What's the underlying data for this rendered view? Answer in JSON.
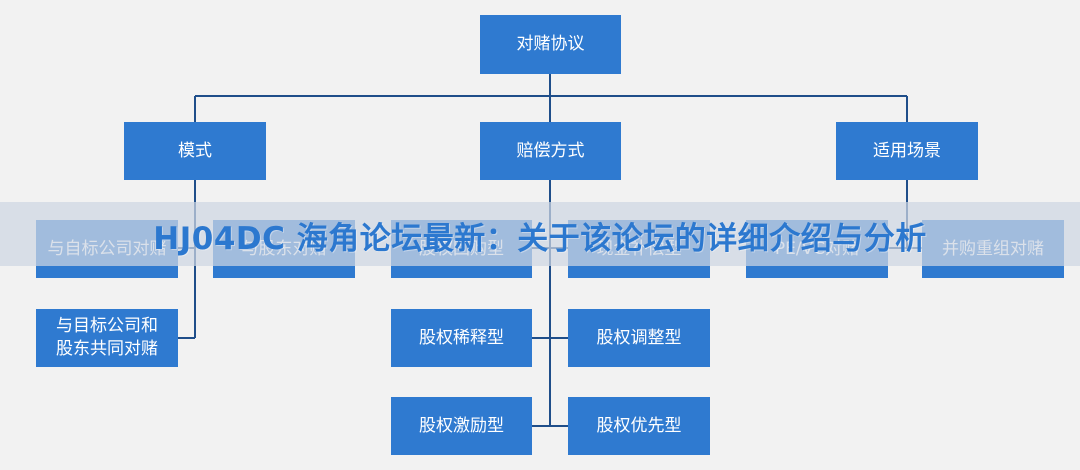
{
  "diagram": {
    "root": "对赌协议",
    "categories": [
      "模式",
      "赔偿方式",
      "适用场景"
    ],
    "mode_items": [
      "与自标公司对赌",
      "与股东对赌",
      "与目标公司和\n股东共同对赌"
    ],
    "compensation_items": [
      "股权回购型",
      "现金补偿型",
      "股权稀释型",
      "股权调整型",
      "股权激励型",
      "股权优先型"
    ],
    "scenario_items": [
      "PE/VC对赌",
      "并购重组对赌"
    ]
  },
  "overlay": {
    "title": "HJ04DC 海角论坛最新：关于该论坛的详细介绍与分析"
  },
  "colors": {
    "box": "#2f7ad0",
    "line": "#1f4e8a",
    "background": "#f2f2f2",
    "title": "#2c78cf"
  }
}
